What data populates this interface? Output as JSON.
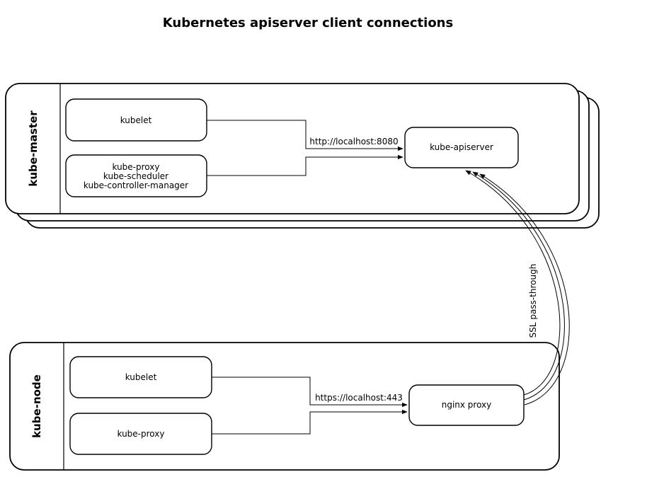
{
  "title": "Kubernetes apiserver client connections",
  "master": {
    "group_label": "kube-master",
    "nodes": {
      "kubelet": "kubelet",
      "proxy_line1": "kube-proxy",
      "proxy_line2": "kube-scheduler",
      "proxy_line3": "kube-controller-manager",
      "apiserver": "kube-apiserver"
    },
    "edge_label": "http://localhost:8080"
  },
  "node": {
    "group_label": "kube-node",
    "nodes": {
      "kubelet": "kubelet",
      "proxy": "kube-proxy",
      "nginx": "nginx proxy"
    },
    "edge_label": "https://localhost:443"
  },
  "ssl_edge_label": "SSL pass-through",
  "colors": {
    "stroke": "#000000",
    "background": "#ffffff"
  }
}
